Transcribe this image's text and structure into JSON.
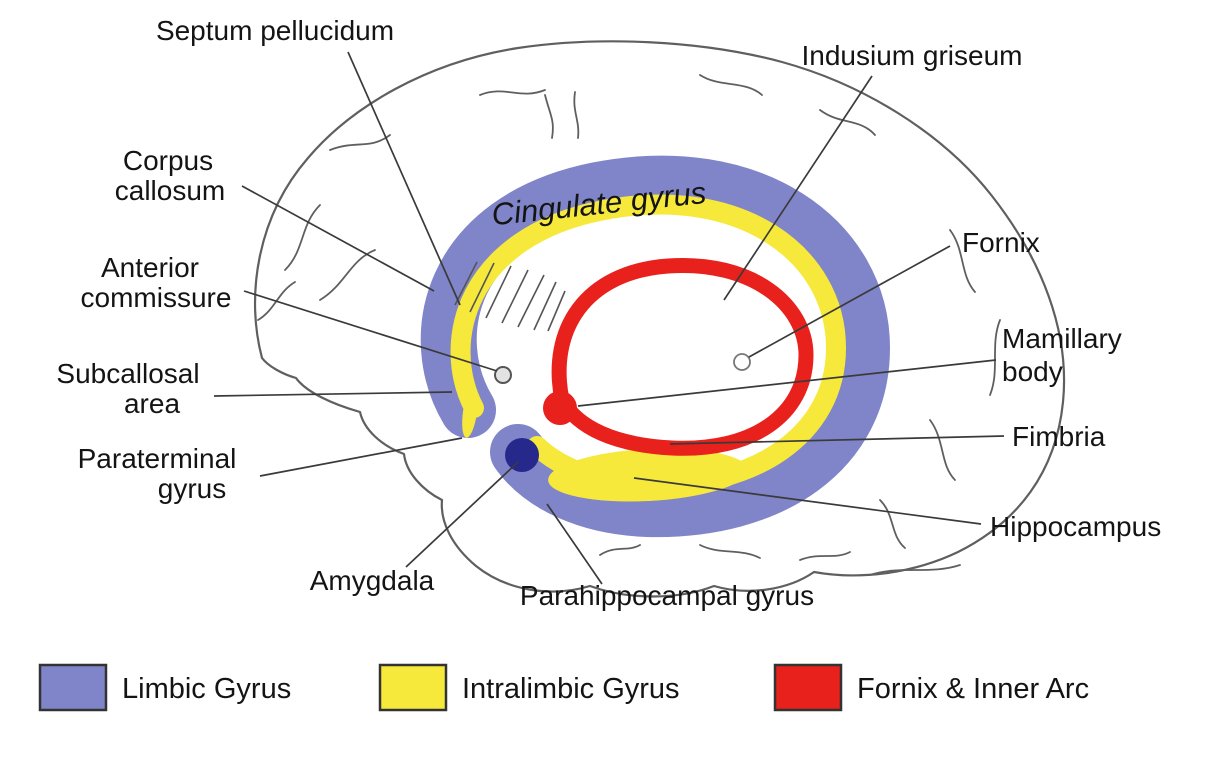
{
  "labels": {
    "septum_pellucidum": "Septum pellucidum",
    "indusium_griseum": "Indusium griseum",
    "corpus_callosum": [
      "Corpus",
      "callosum"
    ],
    "cingulate_gyrus": "Cingulate gyrus",
    "fornix": "Fornix",
    "anterior_commissure": [
      "Anterior",
      "commissure"
    ],
    "mamillary_body": [
      "Mamillary",
      "body"
    ],
    "subcallosal_area": [
      "Subcallosal",
      "area"
    ],
    "fimbria": "Fimbria",
    "paraterminal_gyrus": [
      "Paraterminal",
      "gyrus"
    ],
    "hippocampus": "Hippocampus",
    "amygdala": "Amygdala",
    "parahippocampal_gyrus": "Parahippocampal gyrus"
  },
  "legend": {
    "items": [
      {
        "label": "Limbic Gyrus",
        "color": "#8084c8"
      },
      {
        "label": "Intralimbic Gyrus",
        "color": "#f6e93b"
      },
      {
        "label": "Fornix & Inner Arc",
        "color": "#e8211d"
      }
    ]
  },
  "colors": {
    "limbic": "#8084c8",
    "intralimbic": "#f6e93b",
    "fornix": "#e8211d",
    "amygdala": "#26298b",
    "cingulate_text": "#2c3188",
    "outline": "#5f5f5f",
    "leader": "#3a3a3a",
    "label_text": "#141414",
    "background": "#ffffff"
  }
}
